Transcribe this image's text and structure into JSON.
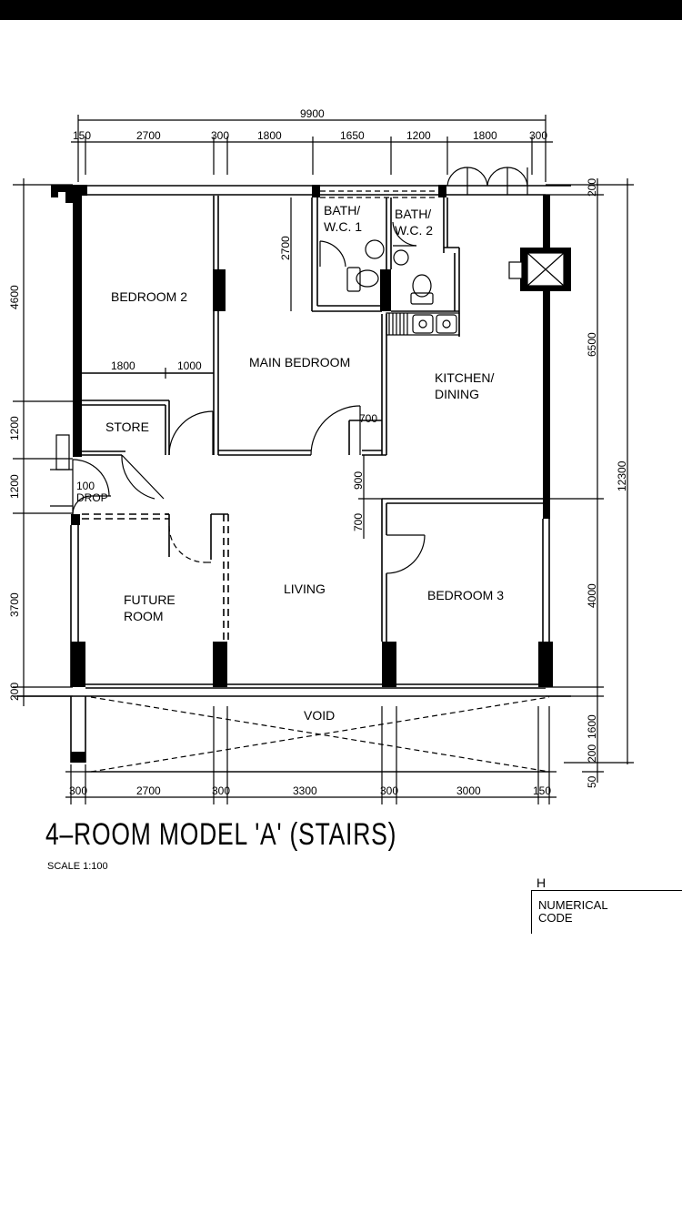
{
  "plan": {
    "title": "4–ROOM MODEL 'A' (STAIRS)",
    "scale": "SCALE   1:100",
    "rooms": {
      "bedroom2": "BEDROOM  2",
      "main_bedroom": "MAIN  BEDROOM",
      "bath1_line1": "BATH/",
      "bath1_line2": "W.C.  1",
      "bath2_line1": "BATH/",
      "bath2_line2": "W.C.  2",
      "kitchen_line1": "KITCHEN/",
      "kitchen_line2": "DINING",
      "store": "STORE",
      "drop": "DROP",
      "future_line1": "FUTURE",
      "future_line2": "ROOM",
      "living": "LIVING",
      "bedroom3": "BEDROOM  3",
      "void": "VOID"
    },
    "dims_top": {
      "overall": "9900",
      "d1": "150",
      "d2": "2700",
      "d3": "300",
      "d4": "1800",
      "d5": "1650",
      "d6": "1200",
      "d7": "1800",
      "d8": "300"
    },
    "dims_bottom": {
      "d1": "300",
      "d2": "2700",
      "d3": "300",
      "d4": "3300",
      "d5": "300",
      "d6": "3000",
      "d7": "150"
    },
    "dims_left": {
      "d1": "4600",
      "d2": "1200",
      "d3": "1200",
      "d4": "3700",
      "d5": "200"
    },
    "dims_right": {
      "d1": "200",
      "d2": "6500",
      "d3": "4000",
      "d4": "12300",
      "d5": "1600",
      "d6": "200",
      "d7": "50"
    },
    "dims_inner": {
      "bath_depth": "2700",
      "bed2_a": "1800",
      "bed2_b": "1000",
      "d700a": "700",
      "d900": "900",
      "d700b": "700",
      "drop": "100"
    }
  },
  "code_box": {
    "letter": "H",
    "label_line1": "NUMERICAL",
    "label_line2": "CODE"
  }
}
